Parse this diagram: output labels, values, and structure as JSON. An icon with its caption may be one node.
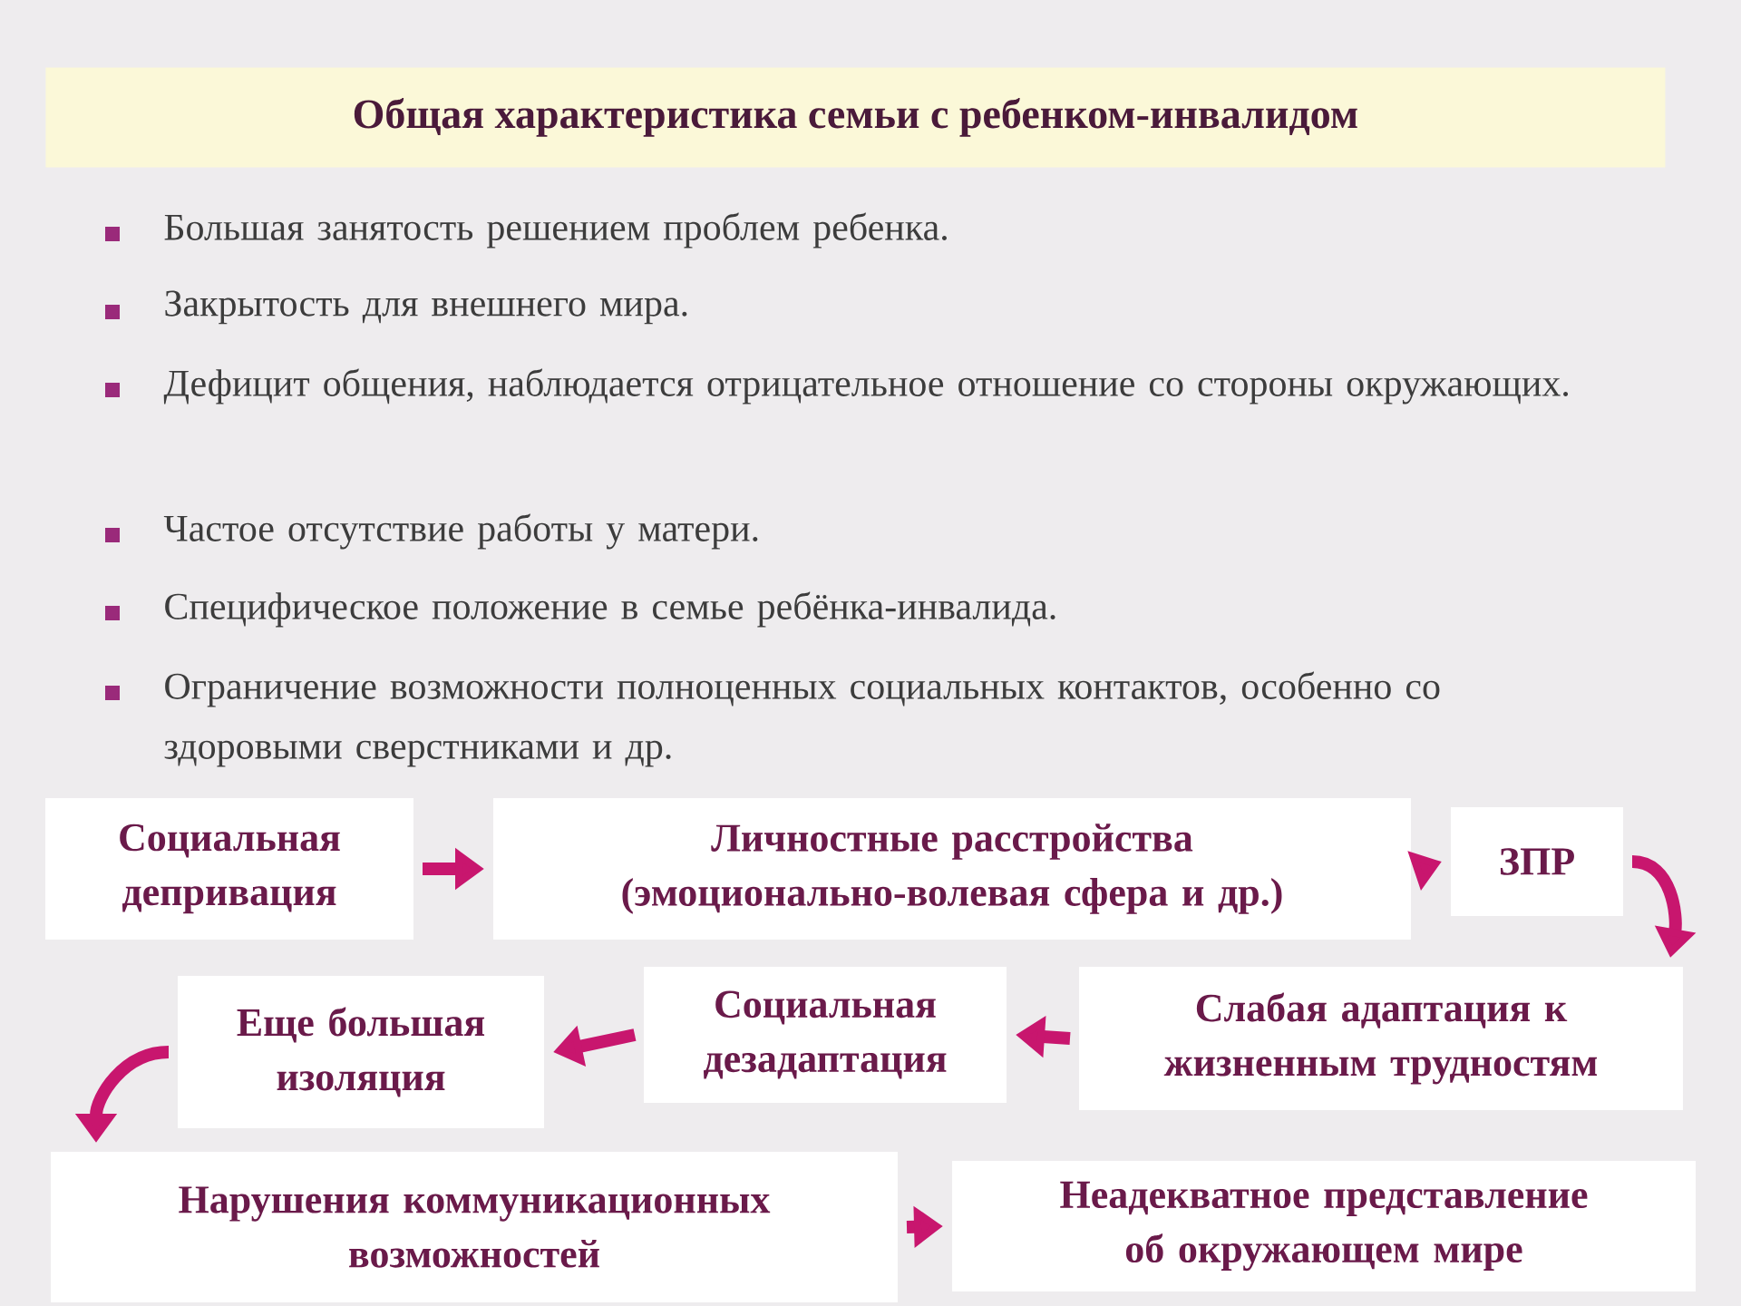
{
  "diagram": {
    "title": "Общая характеристика семьи с ребенком-инвалидом",
    "labels": [
      "Большая занятость решением проблем ребенка.",
      "Закрытость для внешнего мира.",
      "Дефицит общения, наблюдается отрицательное отношение со стороны окружающих.",
      "Частое отсутствие работы у матери.",
      "Специфическое положение  в семье ребёнка-инвалида.",
      "Ограничение возможности полноценных социальных контактов, особенно со здоровыми сверстниками и др."
    ],
    "nodes": [
      {
        "text": [
          "Социальная депривация"
        ]
      },
      {
        "text": [
          "Личностные расстройства (эмоционально-волевая сфера и др.)"
        ]
      },
      {
        "text": [
          "ЗПР"
        ]
      },
      {
        "text": [
          "Слабая адаптация к жизненным трудностям"
        ]
      },
      {
        "text": [
          "Социальная дезадаптация"
        ]
      },
      {
        "text": [
          "Еще большая изоляция"
        ]
      },
      {
        "text": [
          "Нарушения коммуникационных возможностей"
        ]
      },
      {
        "text": [
          "Неадекватное представление об окружающем мире"
        ]
      }
    ],
    "edges": [
      {
        "from": 0,
        "to": 1,
        "arrow": "to"
      },
      {
        "from": 1,
        "to": 2,
        "arrow": "to"
      },
      {
        "from": 2,
        "to": 3,
        "arrow": "to"
      },
      {
        "from": 3,
        "to": 4,
        "arrow": "to"
      },
      {
        "from": 4,
        "to": 5,
        "arrow": "to"
      },
      {
        "from": 5,
        "to": 6,
        "arrow": "to"
      },
      {
        "from": 6,
        "to": 7,
        "arrow": "to"
      }
    ]
  }
}
